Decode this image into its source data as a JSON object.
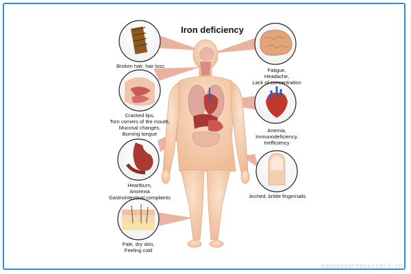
{
  "title": "Iron deficiency",
  "labels": {
    "hair": "Broken hair, hair loss",
    "mouth": "Cracked lips,\nTorn corners of the mouth,\nMucosal changes,\nBurning tongue",
    "stomach": "Heartburn,\nAnorexia\nGastrointestinal complaints",
    "skin": "Pale, dry skin,\nFeeling cold",
    "brain": "Fatigue,\nHeadache,\nLack of concentration",
    "heart": "Anemia,\nImmunodeficiency,\nInefficiency",
    "nail": "Arched, brittle fingernails"
  },
  "watermark": "medicoverhospitals.in",
  "colors": {
    "frame": "#2f8bd8",
    "skin": "#f3c7a6",
    "organ_red": "#b8403a",
    "circle_border": "#222222"
  },
  "icons": [
    "hair-strand-icon",
    "mouth-cross-section-icon",
    "stomach-icon",
    "skin-layers-icon",
    "brain-icon",
    "heart-icon",
    "fingernail-icon"
  ]
}
